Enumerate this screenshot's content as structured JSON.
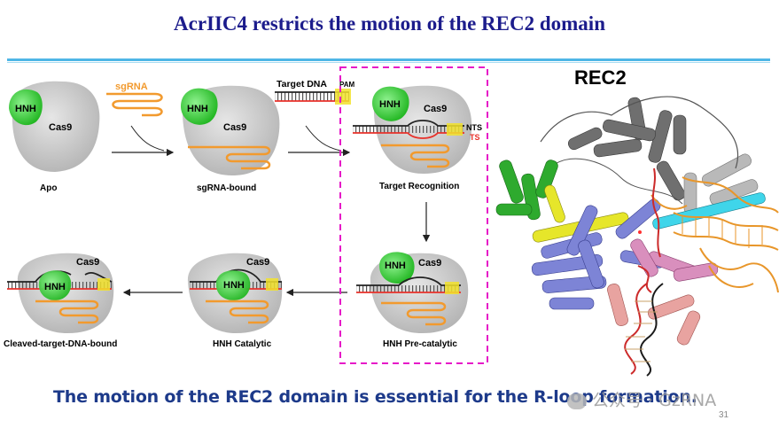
{
  "slide": {
    "title": "AcrIIC4  restricts the motion of the REC2 domain",
    "footer": "The motion of the REC2 domain is essential for the R-loop formation.",
    "watermark": "公众号 · GzRNA",
    "page_number": "31"
  },
  "labels": {
    "sgrna": "sgRNA",
    "target_dna": "Target DNA",
    "pam": "PAM",
    "nts": "NTS",
    "ts": "TS",
    "hnh": "HNH",
    "cas9": "Cas9",
    "rec2": "REC2"
  },
  "states": {
    "apo": "Apo",
    "sgrna_bound": "sgRNA-bound",
    "target_recognition": "Target Recognition",
    "hnh_pre": "HNH Pre-catalytic",
    "hnh_cat": "HNH Catalytic",
    "cleaved": "Cleaved-target-DNA-bound"
  },
  "colors": {
    "title": "#1c1c8c",
    "rule": "#4fb6e6",
    "highlight_box": "#e619c8",
    "hnh_green": "#2ecc2e",
    "sgrna_orange": "#f29a2e",
    "ts_red": "#e8312a",
    "pam_yellow": "#f2e22b",
    "footer": "#1d3a8a"
  }
}
